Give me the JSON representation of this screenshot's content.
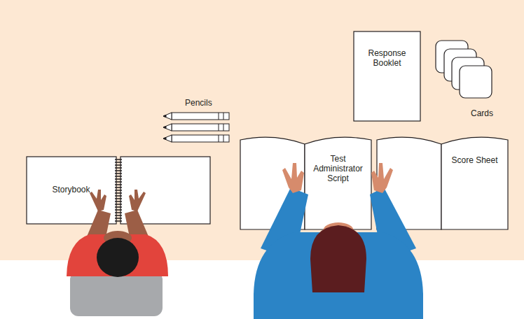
{
  "diagram": {
    "nodes": [
      {
        "text": [
          "Response Booklet"
        ]
      },
      {
        "text": [
          "Storybook"
        ]
      },
      {
        "text": [
          "Test Administrator Script"
        ]
      },
      {
        "text": [
          "Score Sheet"
        ]
      }
    ],
    "labels": [
      "Pencils",
      "Cards"
    ]
  }
}
